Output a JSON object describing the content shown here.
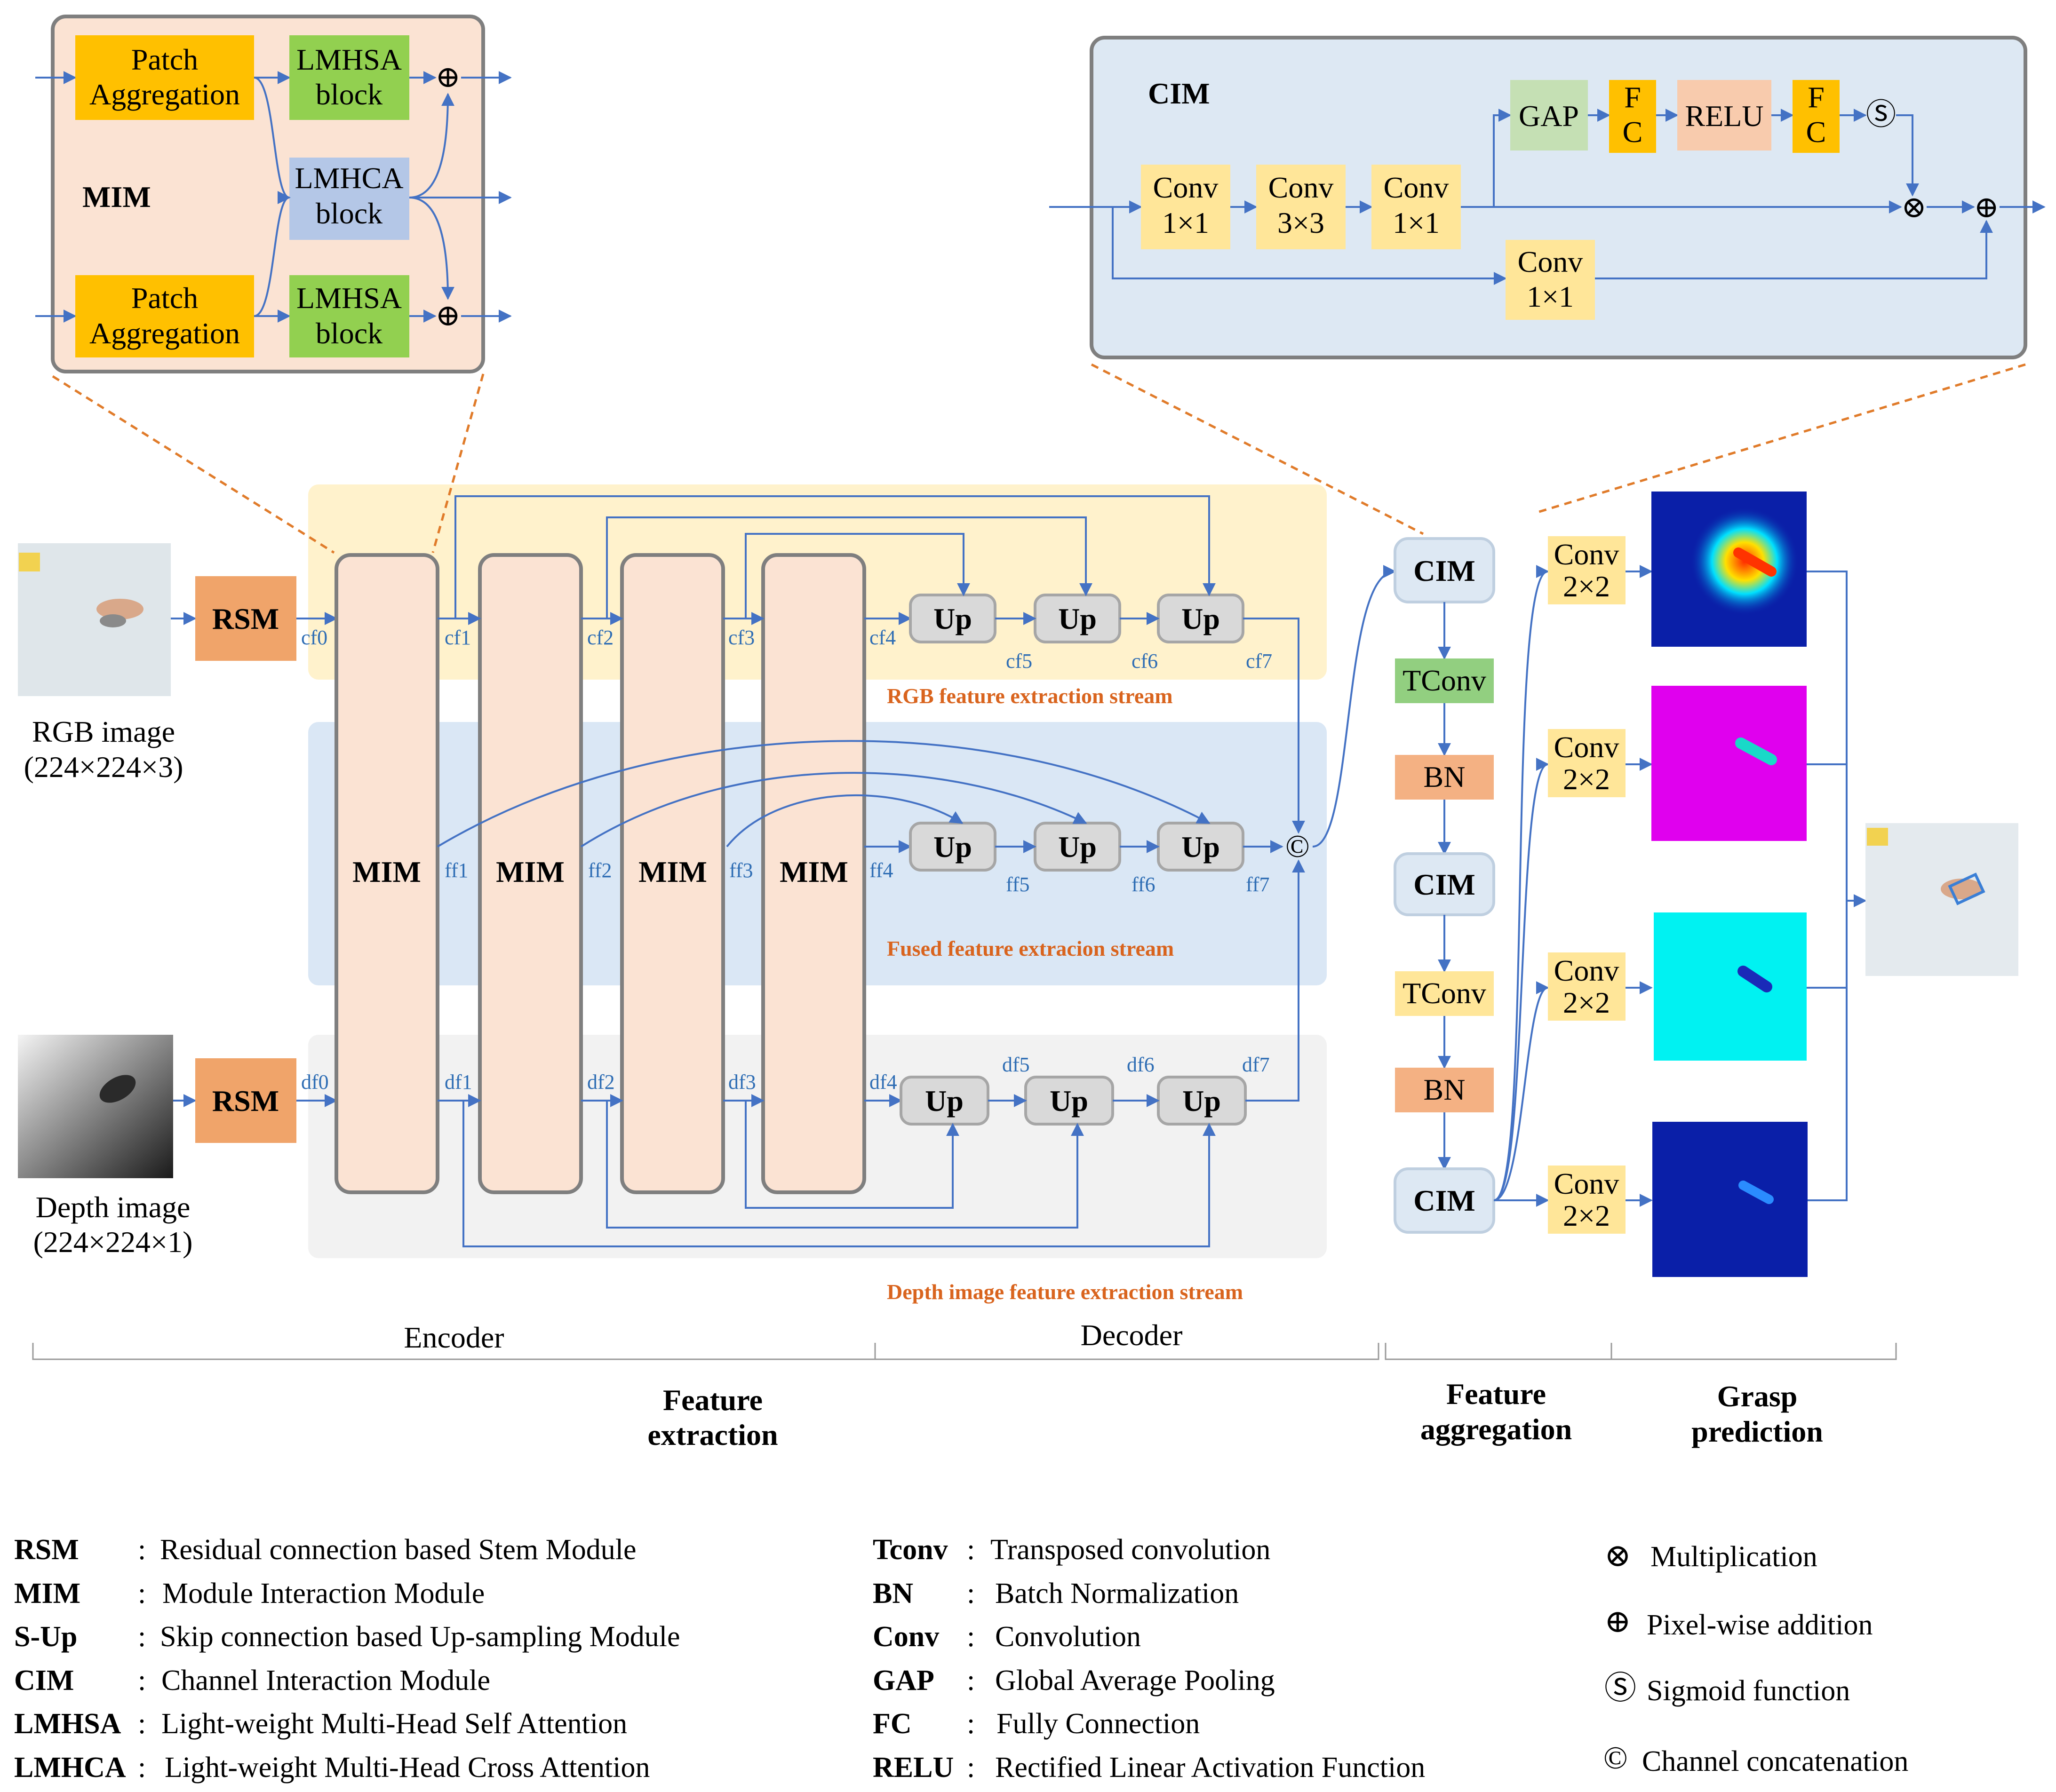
{
  "inputs": {
    "rgb_label": "RGB image",
    "rgb_size": "(224×224×3)",
    "depth_label": "Depth image",
    "depth_size": "(224×224×1)"
  },
  "blocks": {
    "rsm": "RSM",
    "mim": "MIM",
    "up": "Up",
    "cim": "CIM",
    "tconv": "TConv",
    "bn": "BN",
    "conv2_line1": "Conv",
    "conv2_line2": "2×2",
    "concat_symbol": "©"
  },
  "features": {
    "cf": [
      "cf0",
      "cf1",
      "cf2",
      "cf3",
      "cf4",
      "cf5",
      "cf6",
      "cf7"
    ],
    "ff": [
      "ff1",
      "ff2",
      "ff3",
      "ff4",
      "ff5",
      "ff6",
      "ff7"
    ],
    "df": [
      "df0",
      "df1",
      "df2",
      "df3",
      "df4",
      "df5",
      "df6",
      "df7"
    ]
  },
  "streams": {
    "rgb": "RGB feature extraction stream",
    "fused": "Fused feature extracion stream",
    "depth": "Depth image feature extraction stream"
  },
  "mim_detail": {
    "title": "MIM",
    "patch_line1": "Patch",
    "patch_line2": "Aggregation",
    "lmhsa_line1": "LMHSA",
    "lmhsa_line2": "block",
    "lmhca_line1": "LMHCA",
    "lmhca_line2": "block",
    "plus": "⊕"
  },
  "cim_detail": {
    "title": "CIM",
    "conv_word": "Conv",
    "k1": "1×1",
    "k3": "3×3",
    "gap": "GAP",
    "fc_f": "F",
    "fc_c": "C",
    "relu": "RELU",
    "sigmoid": "Ⓢ",
    "mult": "⊗",
    "plus": "⊕"
  },
  "sections": {
    "encoder": "Encoder",
    "decoder": "Decoder",
    "feature_extraction_1": "Feature",
    "feature_extraction_2": "extraction",
    "feature_aggregation_1": "Feature",
    "feature_aggregation_2": "aggregation",
    "grasp_prediction_1": "Grasp",
    "grasp_prediction_2": "prediction"
  },
  "legend": {
    "col1": [
      {
        "key": "RSM",
        "sep": ":",
        "desc": "Residual connection based Stem Module"
      },
      {
        "key": "MIM",
        "sep": ":",
        "desc": "Module Interaction Module"
      },
      {
        "key": "S-Up",
        "sep": ":",
        "desc": "Skip connection based Up-sampling Module"
      },
      {
        "key": "CIM",
        "sep": ":",
        "desc": "Channel Interaction Module"
      },
      {
        "key": "LMHSA",
        "sep": ":",
        "desc": "Light-weight Multi-Head Self Attention"
      },
      {
        "key": "LMHCA",
        "sep": ":",
        "desc": "Light-weight Multi-Head Cross Attention"
      }
    ],
    "col2": [
      {
        "key": "Tconv",
        "sep": ":",
        "desc": "Transposed convolution"
      },
      {
        "key": "BN",
        "sep": ":",
        "desc": "Batch Normalization"
      },
      {
        "key": "Conv",
        "sep": ":",
        "desc": "Convolution"
      },
      {
        "key": "GAP",
        "sep": ":",
        "desc": "Global Average Pooling"
      },
      {
        "key": "FC",
        "sep": ":",
        "desc": "Fully Connection"
      },
      {
        "key": "RELU",
        "sep": ":",
        "desc": "Rectified Linear Activation Function"
      }
    ],
    "col3": [
      {
        "symbol": "⊗",
        "desc": "Multiplication"
      },
      {
        "symbol": "⊕",
        "desc": "Pixel-wise addition"
      },
      {
        "symbol": "Ⓢ",
        "desc": "Sigmoid function"
      },
      {
        "symbol": "©",
        "desc": "Channel concatenation"
      }
    ]
  },
  "colors": {
    "line": "#4472c4",
    "orange_dash": "#e07b2a",
    "rsm": "#f0a46a",
    "mim": "#fbe3d3",
    "patch": "#ffc000",
    "lmhsa": "#92d050",
    "lmhca": "#b4c7e7",
    "up": "#d9d9d9",
    "cim": "#dde8f3",
    "tconv": "#92cf80",
    "bn": "#f4b183",
    "conv": "#ffe699",
    "rgb_band": "#fff2cc",
    "fused_band": "#dae7f5",
    "depth_band": "#f2f2f2",
    "mim_panel": "#fbe3d3",
    "cim_panel": "#dde8f3"
  }
}
